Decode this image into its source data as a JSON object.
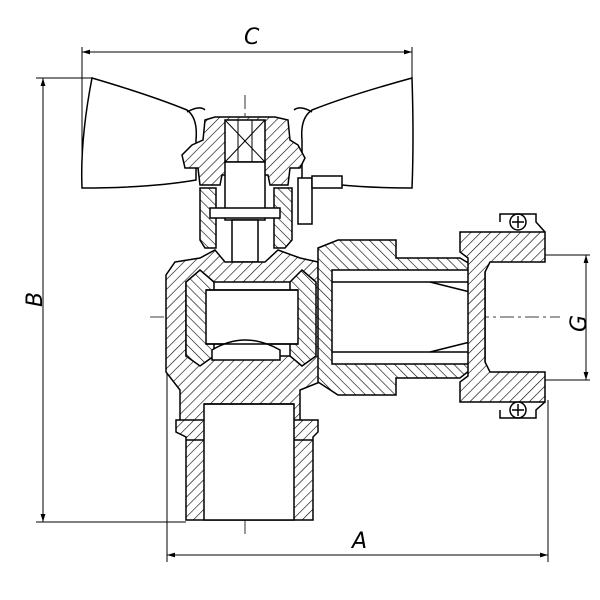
{
  "dimensions": {
    "a": "A",
    "b": "B",
    "c": "C",
    "g": "G"
  },
  "parts": [
    "butterfly-handle",
    "valve-stem",
    "valve-body",
    "ball",
    "male-threaded-outlet",
    "union-tailpiece",
    "union-nut"
  ]
}
